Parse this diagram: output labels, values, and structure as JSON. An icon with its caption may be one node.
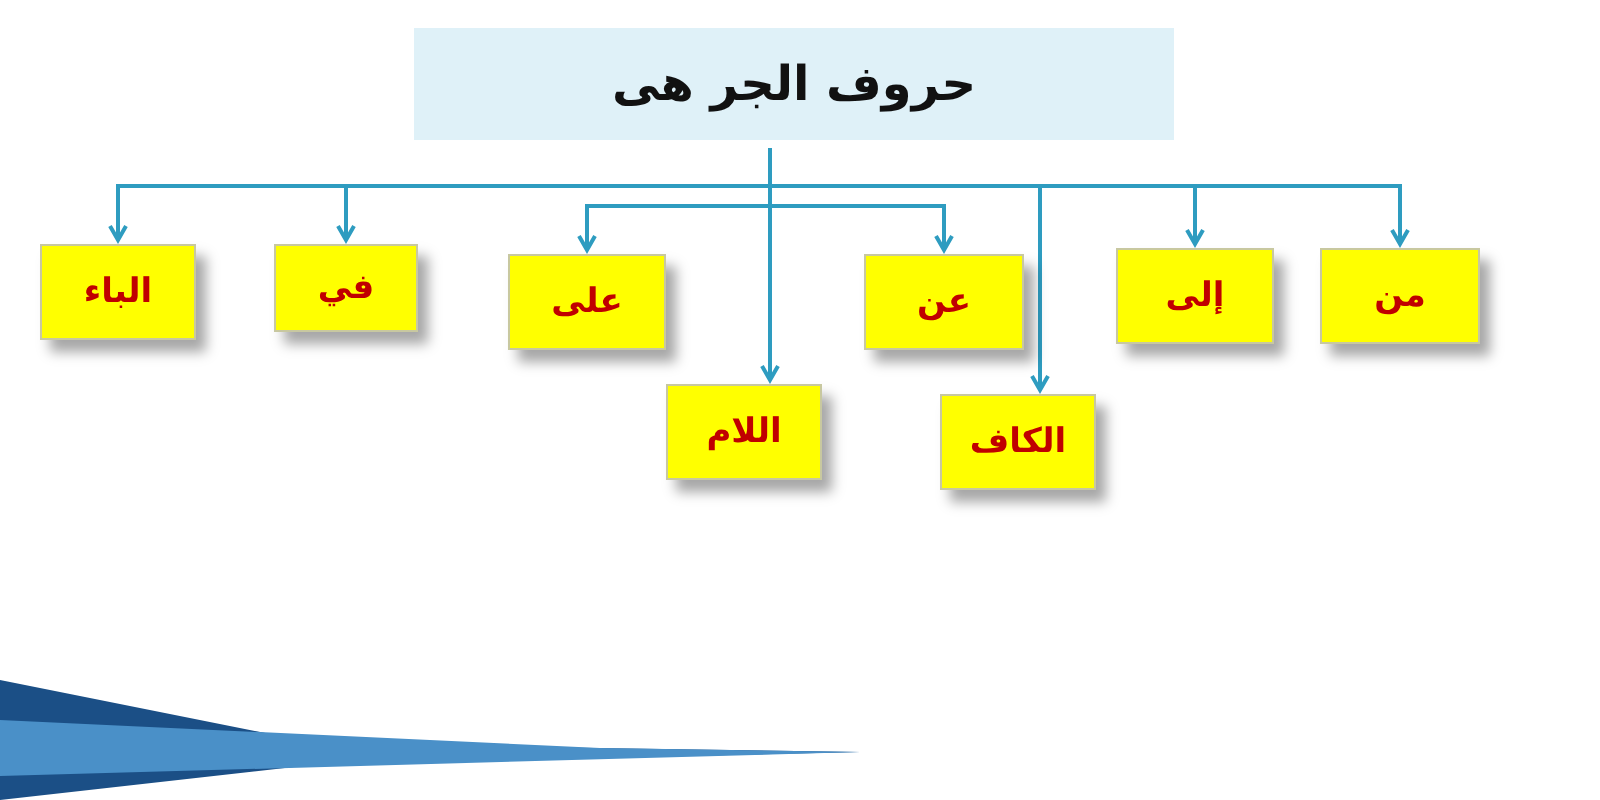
{
  "diagram": {
    "nodes": [
      {
        "text": [
          "حروف الجر هى"
        ]
      },
      {
        "text": [
          "من"
        ]
      },
      {
        "text": [
          "إلى"
        ]
      },
      {
        "text": [
          "عن"
        ]
      },
      {
        "text": [
          "الكاف"
        ]
      },
      {
        "text": [
          "اللام"
        ]
      },
      {
        "text": [
          "على"
        ]
      },
      {
        "text": [
          "في"
        ]
      },
      {
        "text": [
          "الباء"
        ]
      }
    ],
    "edges": [
      {
        "from": 0,
        "to": 1,
        "arrow": "to"
      },
      {
        "from": 0,
        "to": 2,
        "arrow": "to"
      },
      {
        "from": 0,
        "to": 3,
        "arrow": "to"
      },
      {
        "from": 0,
        "to": 4,
        "arrow": "to"
      },
      {
        "from": 0,
        "to": 5,
        "arrow": "to"
      },
      {
        "from": 0,
        "to": 6,
        "arrow": "to"
      },
      {
        "from": 0,
        "to": 7,
        "arrow": "to"
      },
      {
        "from": 0,
        "to": 8,
        "arrow": "to"
      }
    ]
  }
}
